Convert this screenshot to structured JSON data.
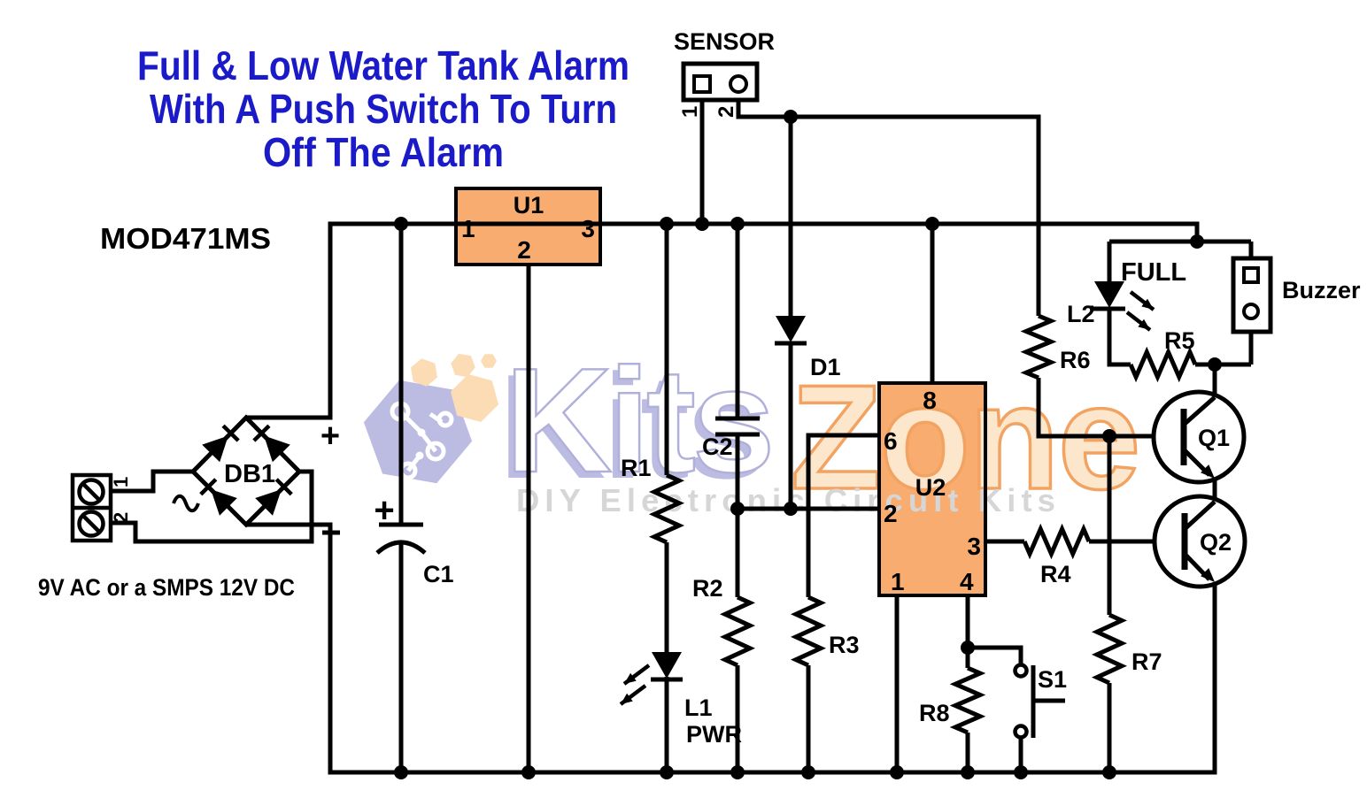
{
  "title": {
    "line1": "Full & Low Water Tank Alarm",
    "line2": "With A Push Switch To Turn",
    "line3": "Off The Alarm"
  },
  "board_code": "MOD471MS",
  "power_note": "9V AC or a SMPS 12V DC",
  "connectors": {
    "sensor": {
      "label": "SENSOR",
      "pin1": "1",
      "pin2": "2"
    },
    "power_terminal": {
      "pin1": "1",
      "pin2": "2"
    },
    "buzzer_label": "Buzzer"
  },
  "ics": {
    "u1": {
      "name": "U1",
      "pin1": "1",
      "pin2": "2",
      "pin3": "3"
    },
    "u2": {
      "name": "U2",
      "pin8": "8",
      "pin6": "6",
      "pin2": "2",
      "pin3": "3",
      "pin1": "1",
      "pin4": "4"
    }
  },
  "components": {
    "db1": "DB1",
    "c1": "C1",
    "c2": "C2",
    "d1": "D1",
    "r1": "R1",
    "r2": "R2",
    "r3": "R3",
    "r4": "R4",
    "r5": "R5",
    "r6": "R6",
    "r7": "R7",
    "r8": "R8",
    "l1": "L1",
    "l1_function": "PWR",
    "l2": "L2",
    "l2_function": "FULL",
    "q1": "Q1",
    "q2": "Q2",
    "s1": "S1"
  },
  "polarity": {
    "bridge_plus": "+",
    "cap_plus": "+"
  },
  "watermark": {
    "brand_left": "Kits",
    "brand_right": "Zone",
    "tagline": "DIY Electronic Circuit Kits"
  },
  "colors": {
    "title_text": "#1A1AC8",
    "ic_fill": "#F9AC70",
    "wire": "#000000",
    "watermark_lavender": "#BCBCE2",
    "watermark_white": "#FFFFFF",
    "watermark_peach_fill": "#FDE7CC",
    "watermark_peach_outline": "#F2A362",
    "watermark_hex_peach": "#FBDCB5",
    "watermark_gray": "#D6D6D6"
  }
}
